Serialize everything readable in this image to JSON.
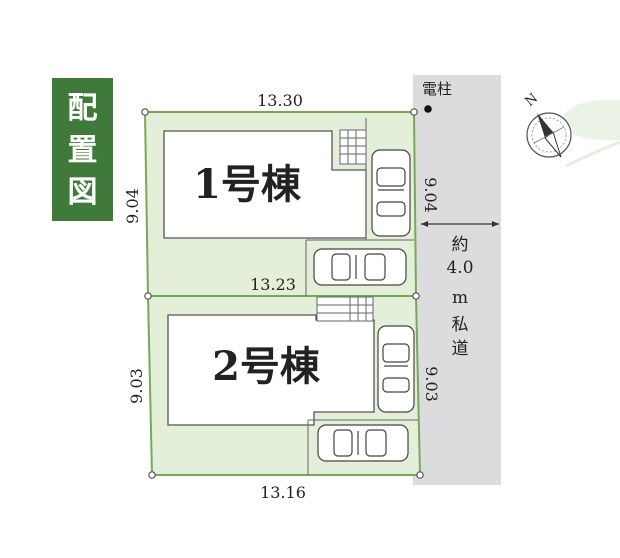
{
  "title": {
    "chars": [
      "配",
      "置",
      "図"
    ]
  },
  "lots": [
    {
      "label": "1号棟"
    },
    {
      "label": "2号棟"
    }
  ],
  "dimensions": {
    "lot1_top": "13.30",
    "lot1_middle": "13.23",
    "lot1_left": "9.04",
    "lot1_right": "9.04",
    "lot2_left": "9.03",
    "lot2_right": "9.03",
    "lot2_bottom": "13.16"
  },
  "road": {
    "pole_label": "電柱",
    "width_label": [
      "約",
      "4.0",
      "m",
      "私",
      "道"
    ]
  },
  "compass": {
    "north": "N"
  },
  "colors": {
    "lot_fill": "#e4efd9",
    "lot_border": "#78a85a",
    "building_fill": "#ffffff",
    "road_fill": "#dcdcde",
    "title_bg": "#3f7a3a",
    "background_leaf": "#eaf3e6"
  }
}
